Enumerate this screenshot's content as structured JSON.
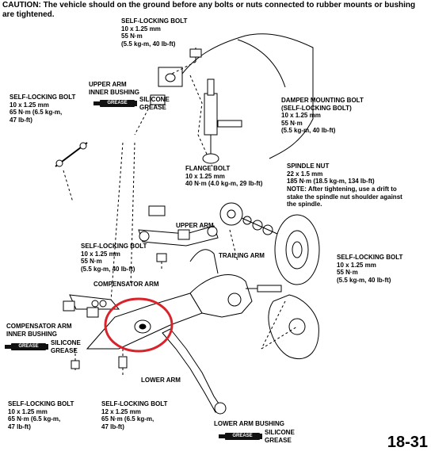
{
  "caution": "CAUTION:  The vehicle should on the ground before any bolts or nuts connected to rubber mounts or bushing are tightened.",
  "page_number": "18-31",
  "grease_tube_text": "GREASE",
  "labels": {
    "self_locking_bolt_top": [
      "SELF-LOCKING BOLT",
      "10 x 1.25 mm",
      "55 N·m",
      "(5.5 kg-m, 40 lb-ft)"
    ],
    "upper_arm_inner_bushing": [
      "UPPER ARM",
      "INNER BUSHING"
    ],
    "silicone_grease_1": [
      "SILICONE",
      "GREASE"
    ],
    "self_locking_bolt_left": [
      "SELF-LOCKING BOLT",
      "10 x 1.25 mm",
      "65 N·m (6.5 kg-m,",
      "47 lb-ft)"
    ],
    "damper_mounting_bolt": [
      "DAMPER MOUNTING BOLT",
      "(SELF-LOCKING BOLT)",
      "10 x 1.25 mm",
      "55 N·m",
      "(5.5 kg-m, 40 lb-ft)"
    ],
    "flange_bolt": [
      "FLANGE BOLT",
      "10 x 1.25 mm",
      "40 N·m (4.0 kg-m, 29 lb-ft)"
    ],
    "spindle_nut": [
      "SPINDLE NUT",
      "22 x 1.5 mm",
      "185 N·m (18.5 kg-m, 134 lb-ft)"
    ],
    "spindle_note": [
      "NOTE:  After tightening, use a drift to",
      "stake the spindle nut shoulder against",
      "the spindle."
    ],
    "upper_arm": [
      "UPPER ARM"
    ],
    "self_locking_bolt_mid": [
      "SELF-LOCKING BOLT",
      "10 x 1.25 mm",
      "55 N·m",
      "(5.5 kg-m, 40 lb-ft)"
    ],
    "trailing_arm": [
      "TRAILING ARM"
    ],
    "self_locking_bolt_right": [
      "SELF-LOCKING BOLT",
      "10 x 1.25 mm",
      "55 N·m",
      "(5.5 kg-m, 40 lb-ft)"
    ],
    "compensator_arm": [
      "COMPENSATOR ARM"
    ],
    "compensator_arm_inner_bushing": [
      "COMPENSATOR ARM",
      "INNER BUSHING"
    ],
    "silicone_grease_2": [
      "SILICONE",
      "GREASE"
    ],
    "lower_arm": [
      "LOWER ARM"
    ],
    "self_locking_bolt_bl": [
      "SELF-LOCKING BOLT",
      "10 x 1.25 mm",
      "65 N·m (6.5 kg-m,",
      "47 lb-ft)"
    ],
    "self_locking_bolt_bm": [
      "SELF-LOCKING BOLT",
      "12 x 1.25 mm",
      "65 N·m (6.5 kg-m,",
      "47 lb-ft)"
    ],
    "lower_arm_bushing": [
      "LOWER ARM BUSHING"
    ],
    "silicone_grease_3": [
      "SILICONE",
      "GREASE"
    ]
  },
  "highlight_color": "#d8232a"
}
